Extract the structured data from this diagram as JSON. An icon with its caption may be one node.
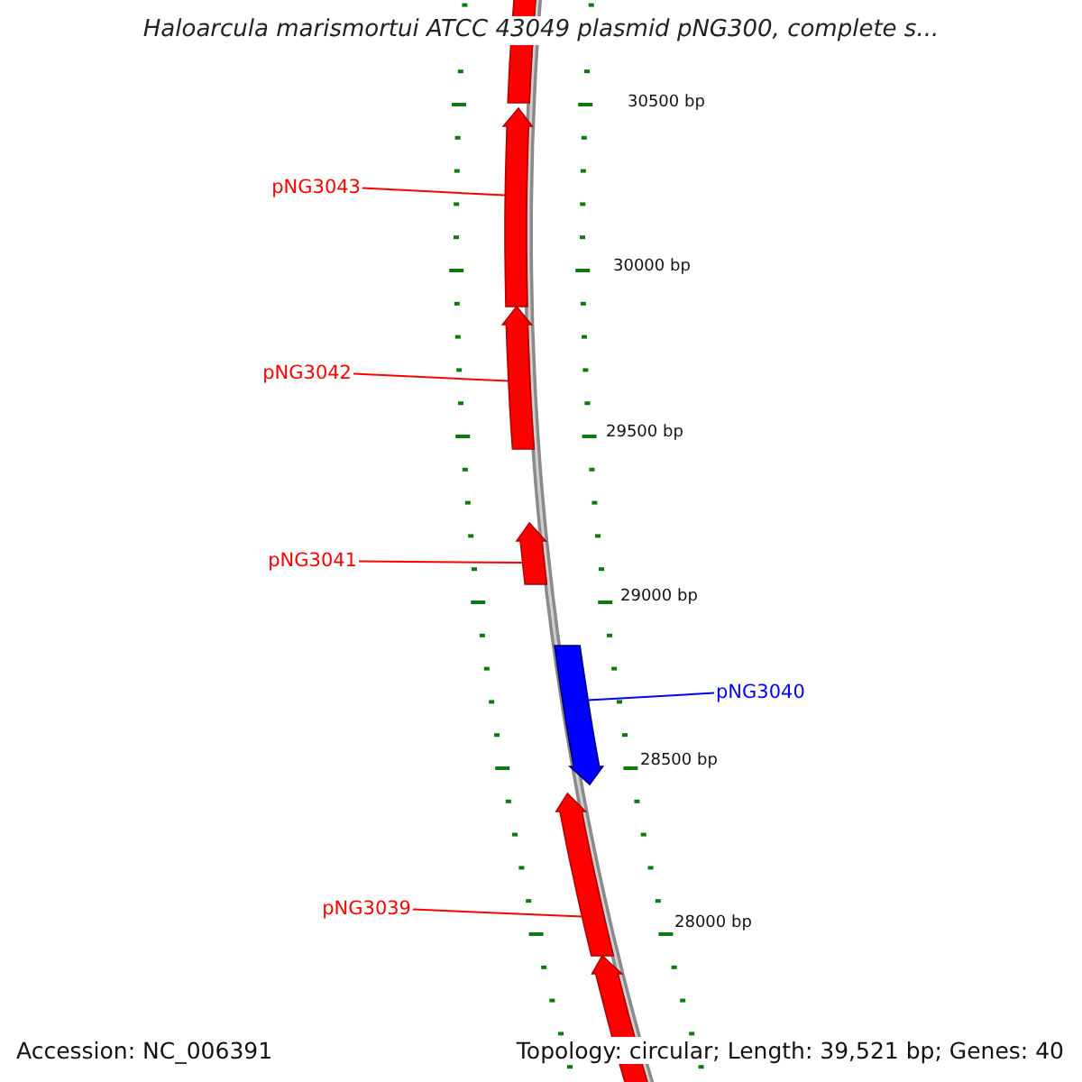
{
  "diagram": {
    "title": "Haloarcula marismortui ATCC 43049 plasmid pNG300, complete s...",
    "nodes": [
      {
        "text": [],
        "shape": "arrow"
      },
      {
        "text": [
          "pNG3043"
        ]
      },
      {
        "text": [],
        "shape": "arrow"
      },
      {
        "text": [
          "pNG3042"
        ]
      },
      {
        "text": [],
        "shape": "arrow"
      },
      {
        "text": [
          "pNG3041"
        ]
      },
      {
        "text": [],
        "shape": "arrow"
      },
      {
        "text": [],
        "shape": "arrow"
      },
      {
        "text": [
          "pNG3040"
        ]
      },
      {
        "text": [
          "pNG3039"
        ]
      },
      {
        "text": [],
        "shape": "arrow"
      },
      {
        "text": [],
        "shape": "arrow"
      }
    ],
    "edges": [
      {
        "from": 1,
        "to": 2,
        "arrow": "none"
      },
      {
        "from": 3,
        "to": 4,
        "arrow": "none"
      },
      {
        "from": 5,
        "to": 6,
        "arrow": "none"
      },
      {
        "from": 8,
        "to": 7,
        "arrow": "none",
        "color": "#0000ff"
      },
      {
        "from": 9,
        "to": 10,
        "arrow": "none"
      }
    ],
    "labels": [
      "30500 bp",
      "30000 bp",
      "29500 bp",
      "29000 bp",
      "28500 bp",
      "28000 bp",
      "Accession: NC_006391",
      "Topology: circular; Length: 39,521 bp; Genes: 40"
    ]
  }
}
